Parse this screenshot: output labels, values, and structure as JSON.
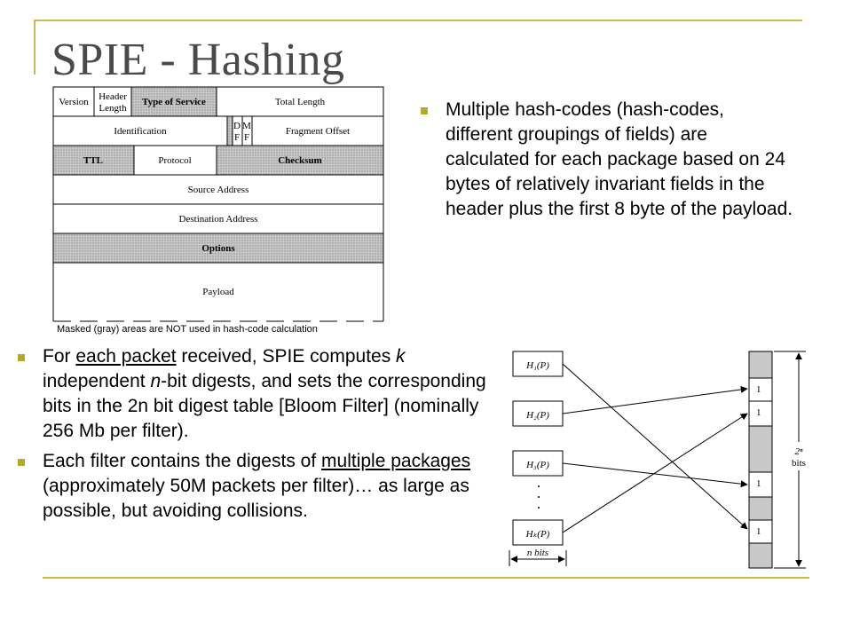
{
  "title": "SPIE - Hashing",
  "colors": {
    "accent": "#c8b94a",
    "bullet": "#b5a82a",
    "title_text": "#4a4a4a",
    "masked_gray": "#b0b0b0"
  },
  "right_bullet": {
    "text": "Multiple hash-codes (hash-codes, different groupings of fields) are calculated for each package based on 24 bytes of relatively invariant fields in the header plus the first 8 byte of the payload."
  },
  "left_bullets": {
    "b1": {
      "p1": "For ",
      "u1": "each packet",
      "p2": " received, SPIE computes ",
      "k": "k",
      "p3": " independent ",
      "n": "n",
      "p4": "-bit digests, and sets the corresponding bits in the 2n bit digest table [Bloom Filter] (nominally 256 Mb per filter)."
    },
    "b2": {
      "p1": "Each filter contains the digests of ",
      "u1": "multiple packages",
      "p2": " (approximately 50M packets per filter)… as large as possible, but avoiding collisions."
    }
  },
  "ip_header": {
    "version": "Version",
    "header_length_1": "Header",
    "header_length_2": "Length",
    "type_of_service": "Type of Service",
    "total_length": "Total Length",
    "identification": "Identification",
    "df_1": "D",
    "df_2": "F",
    "mf_1": "M",
    "mf_2": "F",
    "fragment_offset": "Fragment Offset",
    "ttl": "TTL",
    "protocol": "Protocol",
    "checksum": "Checksum",
    "source_address": "Source Address",
    "destination_address": "Destination Address",
    "options": "Options",
    "payload": "Payload",
    "caption": "Masked (gray) areas are NOT used in hash-code calculation"
  },
  "bloom": {
    "h1": "H₁(P)",
    "h2": "H₂(P)",
    "h3": "H₃(P)",
    "hk": "Hₖ(P)",
    "bit1": "1",
    "bit2": "1",
    "bit3": "1",
    "bit4": "1",
    "size_top": "2ⁿ",
    "size_bottom": "bits",
    "n_bits": "n bits"
  }
}
